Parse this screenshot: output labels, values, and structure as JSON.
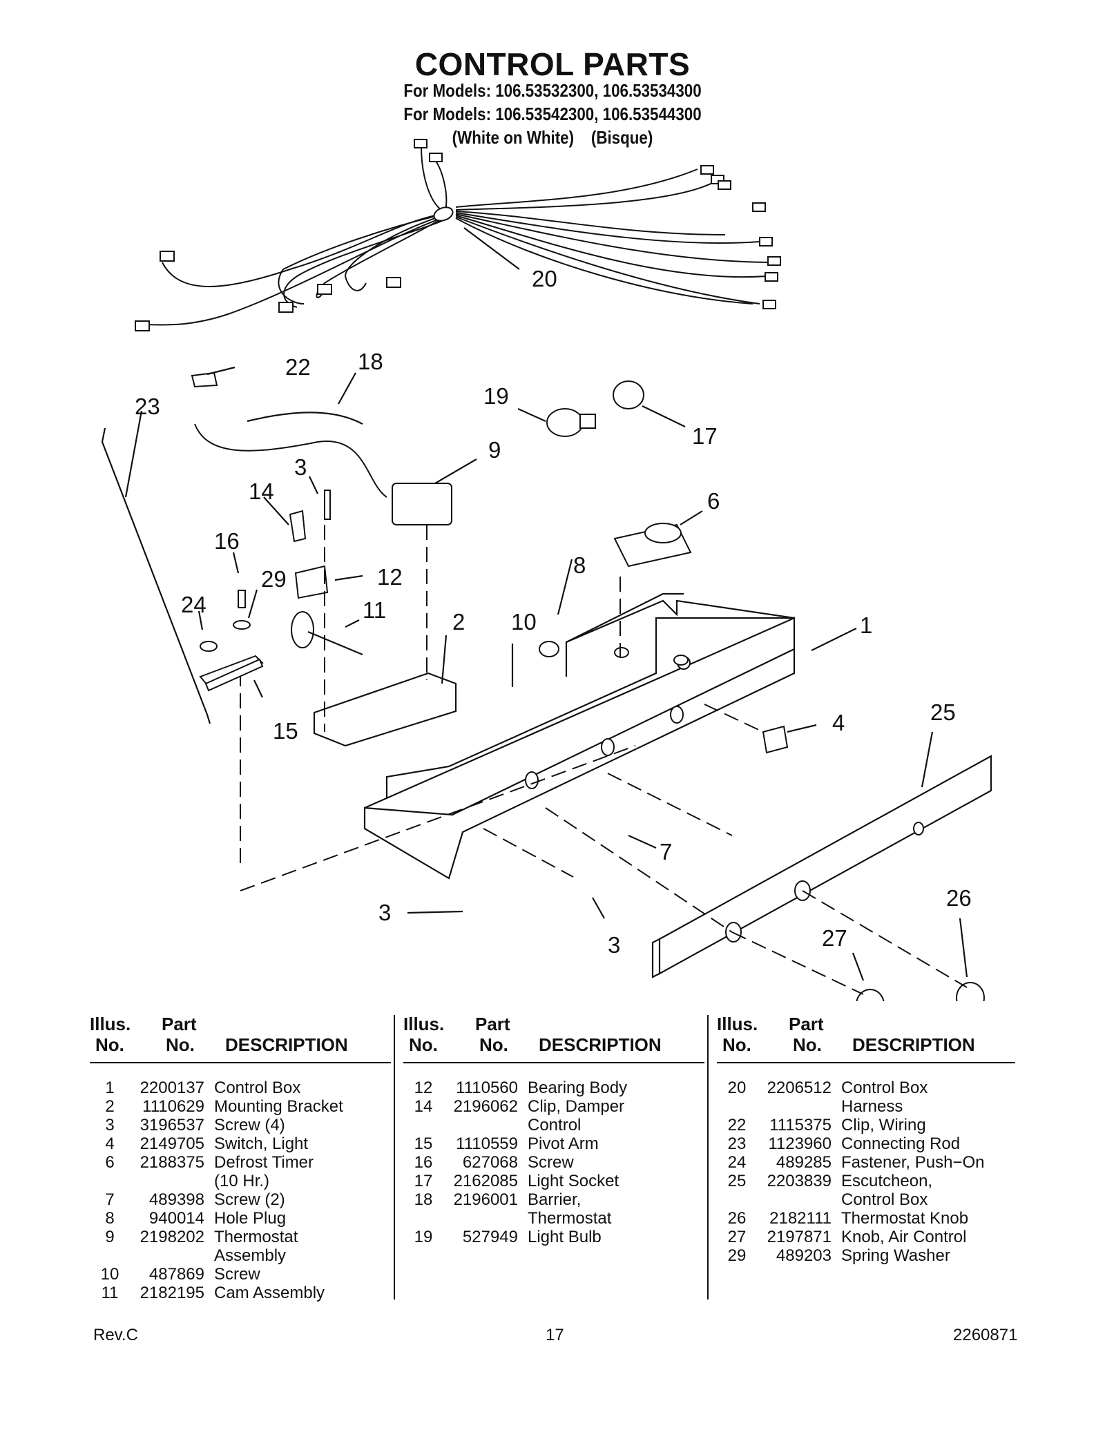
{
  "header": {
    "title": "CONTROL PARTS",
    "models_line1": "For Models: 106.53532300, 106.53534300",
    "models_line2": "For Models: 106.53542300, 106.53544300",
    "colors_line": "(White on White)    (Bisque)"
  },
  "callouts": [
    "20",
    "22",
    "18",
    "23",
    "19",
    "17",
    "9",
    "3",
    "14",
    "6",
    "16",
    "29",
    "12",
    "8",
    "24",
    "11",
    "2",
    "10",
    "1",
    "15",
    "4",
    "25",
    "7",
    "26",
    "3",
    "27",
    "3"
  ],
  "table_headers": {
    "illus": "Illus.",
    "no": "No.",
    "part": "Part",
    "part_no": "No.",
    "description": "DESCRIPTION"
  },
  "parts_col1": [
    {
      "illus": "1",
      "part": "2200137",
      "desc": "Control Box"
    },
    {
      "illus": "2",
      "part": "1110629",
      "desc": "Mounting Bracket"
    },
    {
      "illus": "3",
      "part": "3196537",
      "desc": "Screw (4)"
    },
    {
      "illus": "4",
      "part": "2149705",
      "desc": "Switch, Light"
    },
    {
      "illus": "6",
      "part": "2188375",
      "desc": "Defrost Timer"
    },
    {
      "illus": "",
      "part": "",
      "desc": "(10 Hr.)"
    },
    {
      "illus": "7",
      "part": "489398",
      "desc": "Screw (2)"
    },
    {
      "illus": "8",
      "part": "940014",
      "desc": "Hole Plug"
    },
    {
      "illus": "9",
      "part": "2198202",
      "desc": "Thermostat"
    },
    {
      "illus": "",
      "part": "",
      "desc": "Assembly"
    },
    {
      "illus": "10",
      "part": "487869",
      "desc": "Screw"
    },
    {
      "illus": "11",
      "part": "2182195",
      "desc": "Cam Assembly"
    }
  ],
  "parts_col2": [
    {
      "illus": "12",
      "part": "1110560",
      "desc": "Bearing Body"
    },
    {
      "illus": "14",
      "part": "2196062",
      "desc": "Clip, Damper"
    },
    {
      "illus": "",
      "part": "",
      "desc": "Control"
    },
    {
      "illus": "15",
      "part": "1110559",
      "desc": "Pivot Arm"
    },
    {
      "illus": "16",
      "part": "627068",
      "desc": "Screw"
    },
    {
      "illus": "17",
      "part": "2162085",
      "desc": "Light Socket"
    },
    {
      "illus": "18",
      "part": "2196001",
      "desc": "Barrier,"
    },
    {
      "illus": "",
      "part": "",
      "desc": "Thermostat"
    },
    {
      "illus": "19",
      "part": "527949",
      "desc": "Light Bulb"
    }
  ],
  "parts_col3": [
    {
      "illus": "20",
      "part": "2206512",
      "desc": "Control Box"
    },
    {
      "illus": "",
      "part": "",
      "desc": "Harness"
    },
    {
      "illus": "22",
      "part": "1115375",
      "desc": "Clip, Wiring"
    },
    {
      "illus": "23",
      "part": "1123960",
      "desc": "Connecting Rod"
    },
    {
      "illus": "24",
      "part": "489285",
      "desc": "Fastener, Push−On"
    },
    {
      "illus": "25",
      "part": "2203839",
      "desc": "Escutcheon,"
    },
    {
      "illus": "",
      "part": "",
      "desc": "Control Box"
    },
    {
      "illus": "26",
      "part": "2182111",
      "desc": "Thermostat Knob"
    },
    {
      "illus": "27",
      "part": "2197871",
      "desc": "Knob, Air Control"
    },
    {
      "illus": "29",
      "part": "489203",
      "desc": "Spring Washer"
    }
  ],
  "footer": {
    "left": "Rev.C",
    "center": "17",
    "right": "2260871"
  }
}
